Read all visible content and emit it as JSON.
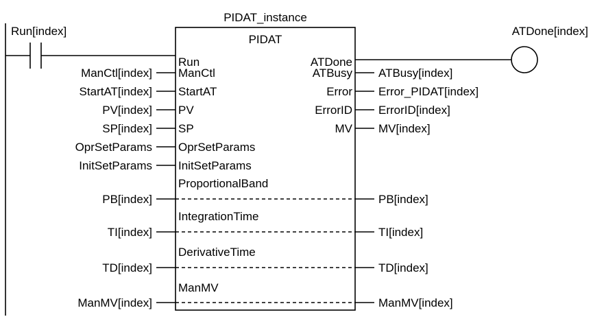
{
  "instance_name": "PIDAT_instance",
  "block_type": "PIDAT",
  "contact_variable": "Run[index]",
  "coil_variable": "ATDone[index]",
  "inputs": [
    {
      "pin": "Run",
      "variable": ""
    },
    {
      "pin": "ManCtl",
      "variable": "ManCtl[index]"
    },
    {
      "pin": "StartAT",
      "variable": "StartAT[index]"
    },
    {
      "pin": "PV",
      "variable": "PV[index]"
    },
    {
      "pin": "SP",
      "variable": "SP[index]"
    },
    {
      "pin": "OprSetParams",
      "variable": "OprSetParams"
    },
    {
      "pin": "InitSetParams",
      "variable": "InitSetParams"
    }
  ],
  "outputs": [
    {
      "pin": "ATDone",
      "variable": "ATDone[index]"
    },
    {
      "pin": "ATBusy",
      "variable": "ATBusy[index]"
    },
    {
      "pin": "Error",
      "variable": "Error_PIDAT[index]"
    },
    {
      "pin": "ErrorID",
      "variable": "ErrorID[index]"
    },
    {
      "pin": "MV",
      "variable": "MV[index]"
    }
  ],
  "in_out": [
    {
      "pin": "ProportionalBand",
      "left": "PB[index]",
      "right": "PB[index]"
    },
    {
      "pin": "IntegrationTime",
      "left": "TI[index]",
      "right": "TI[index]"
    },
    {
      "pin": "DerivativeTime",
      "left": "TD[index]",
      "right": "TD[index]"
    },
    {
      "pin": "ManMV",
      "left": "ManMV[index]",
      "right": "ManMV[index]"
    }
  ]
}
